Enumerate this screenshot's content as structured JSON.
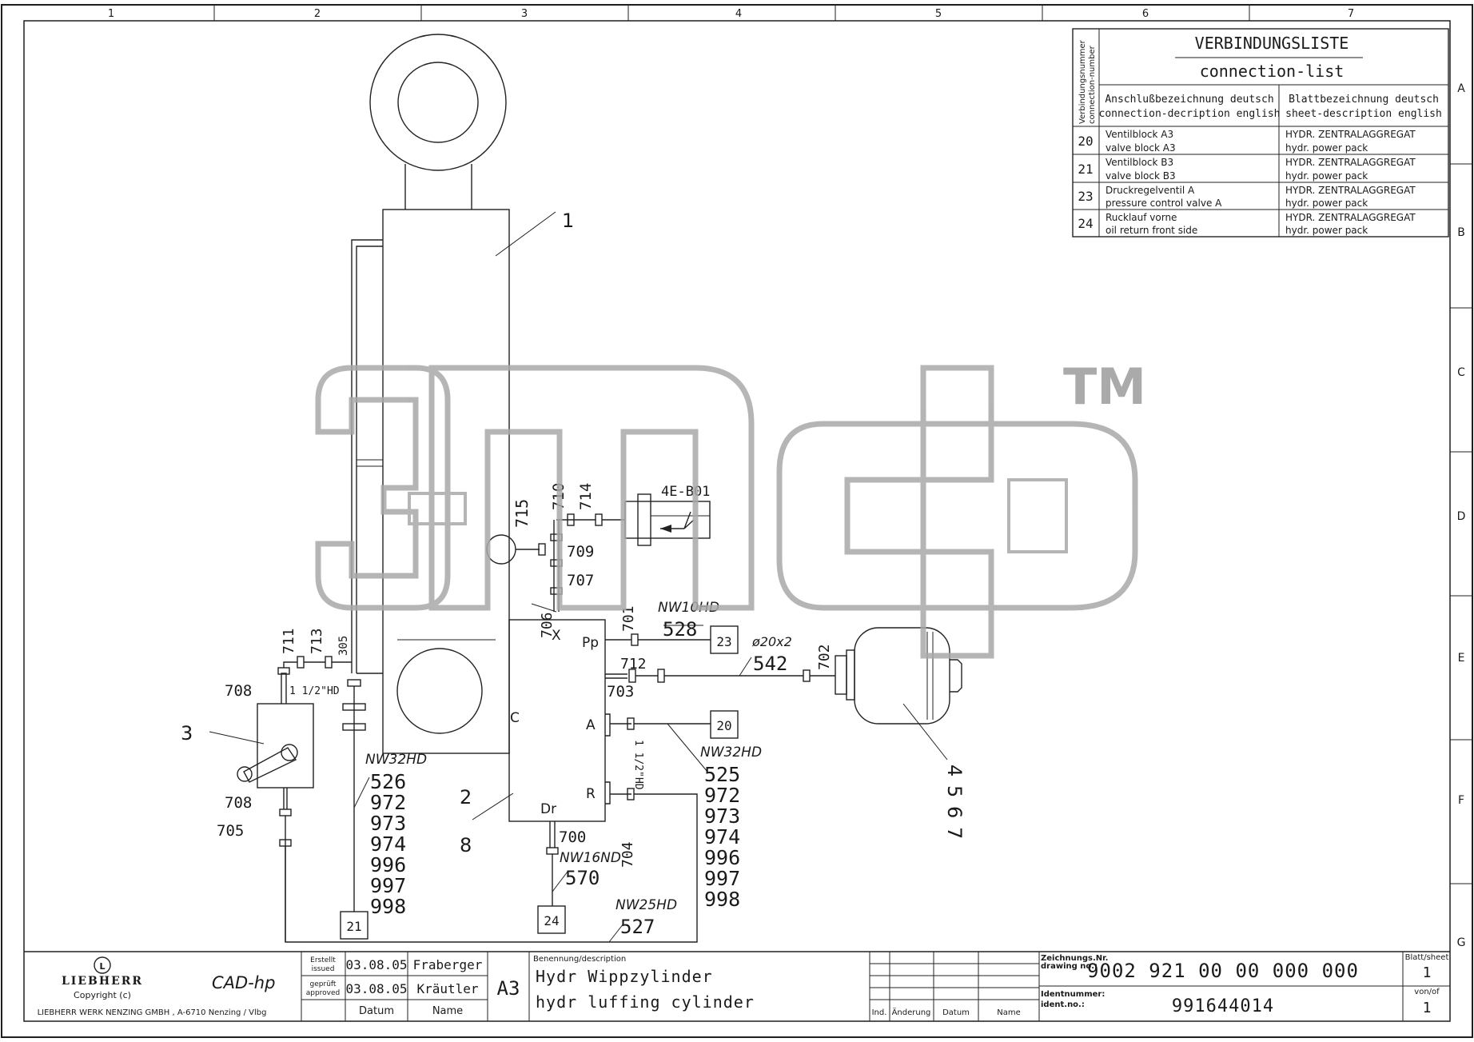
{
  "grid": {
    "columns": [
      "1",
      "2",
      "3",
      "4",
      "5",
      "6",
      "7"
    ],
    "rows": [
      "A",
      "B",
      "C",
      "D",
      "E",
      "F",
      "G"
    ]
  },
  "watermark": "TM",
  "connection_list": {
    "title_de": "VERBINDUNGSLISTE",
    "title_en": "connection-list",
    "number_header_de": "Verbindungsnummer",
    "number_header_en": "connection-number",
    "col1_header_de": "Anschlußbezeichnung deutsch",
    "col1_header_en": "connection-decription english",
    "col2_header_de": "Blattbezeichnung deutsch",
    "col2_header_en": "sheet-description english",
    "rows": [
      {
        "no": "20",
        "desc_de": "Ventilblock A3",
        "desc_en": "valve block A3",
        "sheet_de": "HYDR. ZENTRALAGGREGAT",
        "sheet_en": "hydr. power pack"
      },
      {
        "no": "21",
        "desc_de": "Ventilblock B3",
        "desc_en": "valve block B3",
        "sheet_de": "HYDR. ZENTRALAGGREGAT",
        "sheet_en": "hydr. power pack"
      },
      {
        "no": "23",
        "desc_de": "Druckregelventil A",
        "desc_en": "pressure control valve A",
        "sheet_de": "HYDR. ZENTRALAGGREGAT",
        "sheet_en": "hydr. power pack"
      },
      {
        "no": "24",
        "desc_de": "Rucklauf vorne",
        "desc_en": "oil return front side",
        "sheet_de": "HYDR. ZENTRALAGGREGAT",
        "sheet_en": "hydr. power pack"
      }
    ]
  },
  "labels": {
    "item1": "1",
    "item3": "3",
    "item4_list": [
      "4",
      "5",
      "6",
      "7"
    ],
    "item28": [
      "2",
      "8"
    ],
    "p715": "715",
    "p710": "710",
    "p714": "714",
    "p709": "709",
    "p707": "707",
    "sensor": "4E-B01",
    "p706": "706",
    "port_x": "X",
    "port_pp": "Pp",
    "p701": "701",
    "nw10": "NW10HD",
    "p528": "528",
    "conn23": "23",
    "dia": "ø20x2",
    "p702": "702",
    "p542": "542",
    "p712": "712",
    "p703": "703",
    "port_a": "A",
    "conn20": "20",
    "port_c": "C",
    "hd_vert": "1 1/2\"HD",
    "nw32_right": "NW32HD",
    "right_list": [
      "525",
      "972",
      "973",
      "974",
      "996",
      "997",
      "998"
    ],
    "port_r": "R",
    "port_dr": "Dr",
    "p700": "700",
    "nw16": "NW16ND",
    "p704": "704",
    "p570": "570",
    "conn24": "24",
    "nw25": "NW25HD",
    "p527": "527",
    "p711": "711",
    "p713": "713",
    "p305": "305",
    "p708a": "708",
    "hd_horiz": "1 1/2\"HD",
    "p708b": "708",
    "p705": "705",
    "nw32_left": "NW32HD",
    "left_list": [
      "526",
      "972",
      "973",
      "974",
      "996",
      "997",
      "998"
    ],
    "conn21": "21"
  },
  "title_block": {
    "logo": "LIEBHERR",
    "copyright": "Copyright (c)",
    "company": "LIEBHERR WERK NENZING GMBH , A-6710 Nenzing / Vlbg",
    "cad": "CAD-hp",
    "created_label_de": "Erstellt",
    "created_label_en": "issued",
    "created_date": "03.08.05",
    "created_name": "Fraberger",
    "checked_label_de": "geprüft",
    "checked_label_en": "approved",
    "checked_date": "03.08.05",
    "checked_name": "Kräutler",
    "date_header": "Datum",
    "name_header": "Name",
    "format": "A3",
    "desc_label": "Benennung/description",
    "desc_de": "Hydr Wippzylinder",
    "desc_en": "hydr luffing cylinder",
    "rev_ind": "Ind.",
    "rev_change": "Änderung",
    "rev_date": "Datum",
    "rev_name": "Name",
    "drawing_no_label_de": "Zeichnungs.Nr.",
    "drawing_no_label_en": "drawing no.:",
    "drawing_no": "9002 921 00 00 000 000",
    "ident_label_de": "Identnummer:",
    "ident_label_en": "ident.no.:",
    "ident_no": "991644014",
    "sheet_label": "Blatt/sheet",
    "sheet": "1",
    "of_label": "von/of",
    "of": "1"
  }
}
